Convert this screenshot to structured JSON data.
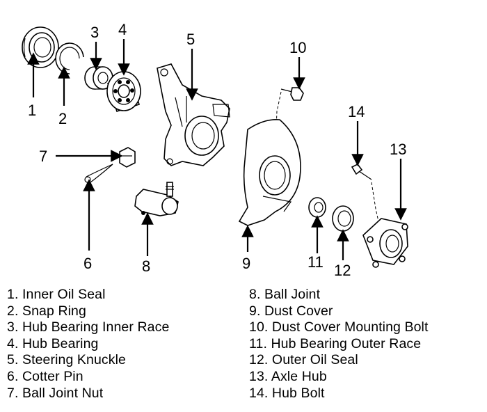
{
  "callouts": {
    "n1": "1",
    "n2": "2",
    "n3": "3",
    "n4": "4",
    "n5": "5",
    "n6": "6",
    "n7": "7",
    "n8": "8",
    "n9": "9",
    "n10": "10",
    "n11": "11",
    "n12": "12",
    "n13": "13",
    "n14": "14"
  },
  "legend": {
    "left": [
      "1. Inner Oil Seal",
      "2. Snap Ring",
      "3. Hub Bearing Inner Race",
      "4. Hub Bearing",
      "5. Steering Knuckle",
      "6. Cotter Pin",
      "7. Ball Joint Nut"
    ],
    "right": [
      "8. Ball Joint",
      "9. Dust Cover",
      "10. Dust Cover Mounting Bolt",
      "11. Hub Bearing Outer Race",
      "12. Outer Oil Seal",
      "13. Axle Hub",
      "14. Hub Bolt"
    ]
  }
}
